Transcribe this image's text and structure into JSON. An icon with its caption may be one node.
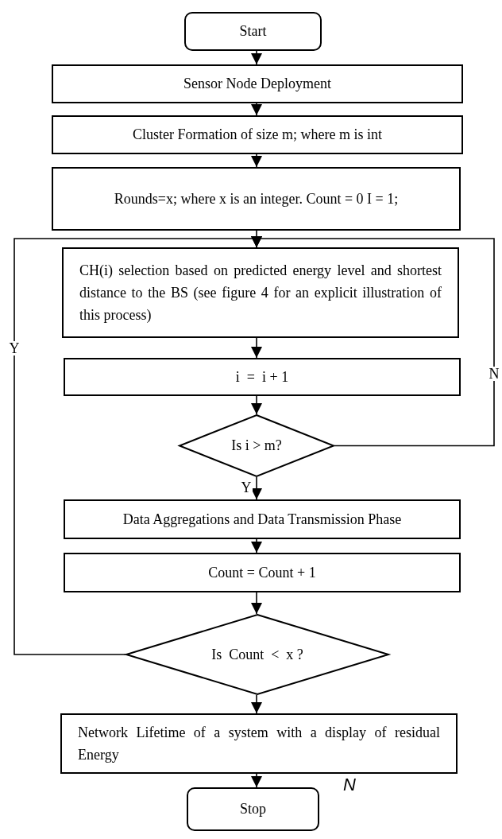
{
  "diagram": {
    "nodes": [
      {
        "text": [
          "Start"
        ]
      },
      {
        "text": [
          "Sensor Node Deployment"
        ]
      },
      {
        "text": [
          "Cluster Formation of size m; where m is int"
        ]
      },
      {
        "text": [
          "Rounds=x; where x is an integer. Count = 0 I = 1;"
        ]
      },
      {
        "text": [
          "CH(i) selection based on predicted energy level and shortest distance to the BS (see figure 4 for an explicit illustration of this process)"
        ]
      },
      {
        "text": [
          "i  =  i + 1"
        ]
      },
      {
        "text": [
          "Is i > m?"
        ]
      },
      {
        "text": [
          "Data Aggregations and Data Transmission Phase"
        ]
      },
      {
        "text": [
          "Count = Count + 1"
        ]
      },
      {
        "text": [
          "Is  Count  <  x ?"
        ]
      },
      {
        "text": [
          "Network Lifetime of a system with a display of residual Energy"
        ]
      },
      {
        "text": [
          "Stop"
        ]
      }
    ],
    "edges": [
      {
        "from": 0,
        "to": 1,
        "arrow": "to"
      },
      {
        "from": 1,
        "to": 2,
        "arrow": "to"
      },
      {
        "from": 2,
        "to": 3,
        "arrow": "to"
      },
      {
        "from": 3,
        "to": 4,
        "arrow": "to"
      },
      {
        "from": 4,
        "to": 5,
        "arrow": "to"
      },
      {
        "from": 5,
        "to": 6,
        "arrow": "to"
      },
      {
        "from": 6,
        "to": 4,
        "arrow": "to",
        "label": "N"
      },
      {
        "from": 6,
        "to": 7,
        "arrow": "to",
        "label": "Y"
      },
      {
        "from": 7,
        "to": 8,
        "arrow": "to"
      },
      {
        "from": 8,
        "to": 9,
        "arrow": "to"
      },
      {
        "from": 9,
        "to": 4,
        "arrow": "to",
        "label": "Y"
      },
      {
        "from": 9,
        "to": 10,
        "arrow": "to"
      },
      {
        "from": 10,
        "to": 11,
        "arrow": "to"
      }
    ],
    "labels": [
      "N"
    ]
  }
}
